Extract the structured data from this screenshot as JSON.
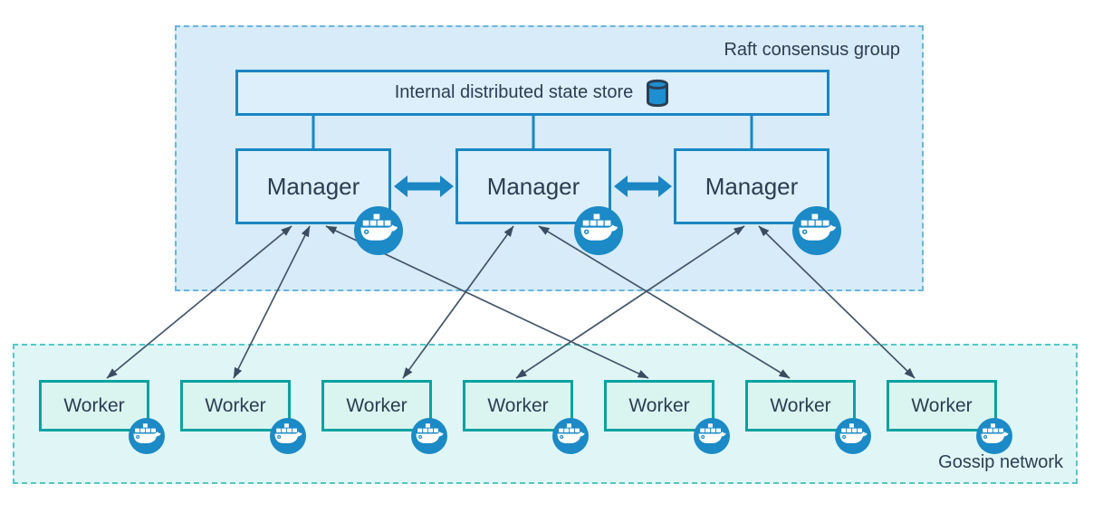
{
  "raft_group": {
    "label": "Raft consensus group",
    "state_store": {
      "label": "Internal distributed state store",
      "icon": "database-cylinder-icon"
    },
    "managers": [
      "Manager",
      "Manager",
      "Manager"
    ],
    "manager_badge_icon": "docker-whale-icon",
    "peer_links": [
      {
        "from": "manager-1",
        "to": "manager-2",
        "style": "thick-double-arrow"
      },
      {
        "from": "manager-2",
        "to": "manager-3",
        "style": "thick-double-arrow"
      }
    ],
    "store_links": [
      "manager-1",
      "manager-2",
      "manager-3"
    ]
  },
  "gossip_network": {
    "label": "Gossip network",
    "workers": [
      "Worker",
      "Worker",
      "Worker",
      "Worker",
      "Worker",
      "Worker",
      "Worker"
    ],
    "worker_badge_icon": "docker-whale-icon"
  },
  "edges": [
    {
      "from": "manager-1",
      "to": "worker-1",
      "arrows": "both"
    },
    {
      "from": "manager-1",
      "to": "worker-2",
      "arrows": "both"
    },
    {
      "from": "manager-1",
      "to": "worker-5",
      "arrows": "both"
    },
    {
      "from": "manager-2",
      "to": "worker-3",
      "arrows": "both"
    },
    {
      "from": "manager-2",
      "to": "worker-6",
      "arrows": "both"
    },
    {
      "from": "manager-3",
      "to": "worker-4",
      "arrows": "both"
    },
    {
      "from": "manager-3",
      "to": "worker-7",
      "arrows": "both"
    }
  ],
  "colors": {
    "raft_fill": "#d7ebf8",
    "raft_border": "#69b6dc",
    "blue_node_fill": "#dceffa",
    "blue_node_border": "#1a86c4",
    "gossip_fill": "#e0f6f6",
    "gossip_border": "#55c6c6",
    "worker_fill": "#daf4f0",
    "worker_border": "#0aa2a0",
    "text": "#2b3e52",
    "edge_line": "#44566a",
    "docker_badge": "#1b8ac6"
  }
}
